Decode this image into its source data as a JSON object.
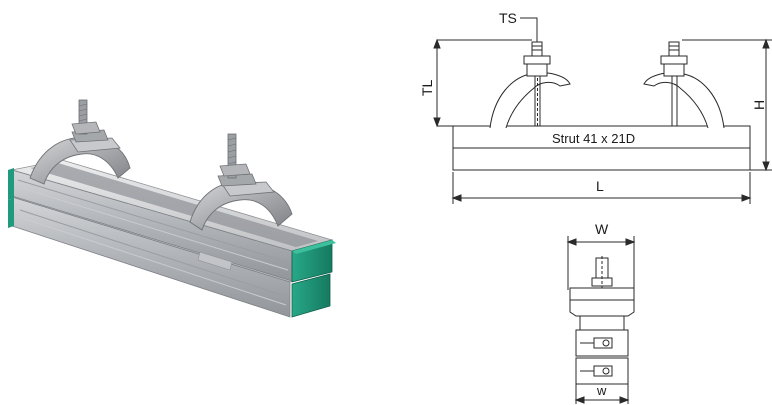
{
  "photo": {
    "description_icon": "strut-clamp-assembly-photo",
    "colors": {
      "steel_light": "#d9dadc",
      "steel_mid": "#b7b9bc",
      "steel_dark": "#8e9196",
      "end_cap": "#1f9a7c",
      "end_cap_dark": "#157a60"
    }
  },
  "side_view": {
    "labels": {
      "ts": "TS",
      "tl": "TL",
      "h": "H",
      "l": "L",
      "strut": "Strut 41 x 21D"
    }
  },
  "end_view": {
    "labels": {
      "w_upper": "W",
      "w_lower": "w"
    }
  },
  "colors": {
    "line": "#2a2a2a",
    "fill": "#ffffff"
  }
}
